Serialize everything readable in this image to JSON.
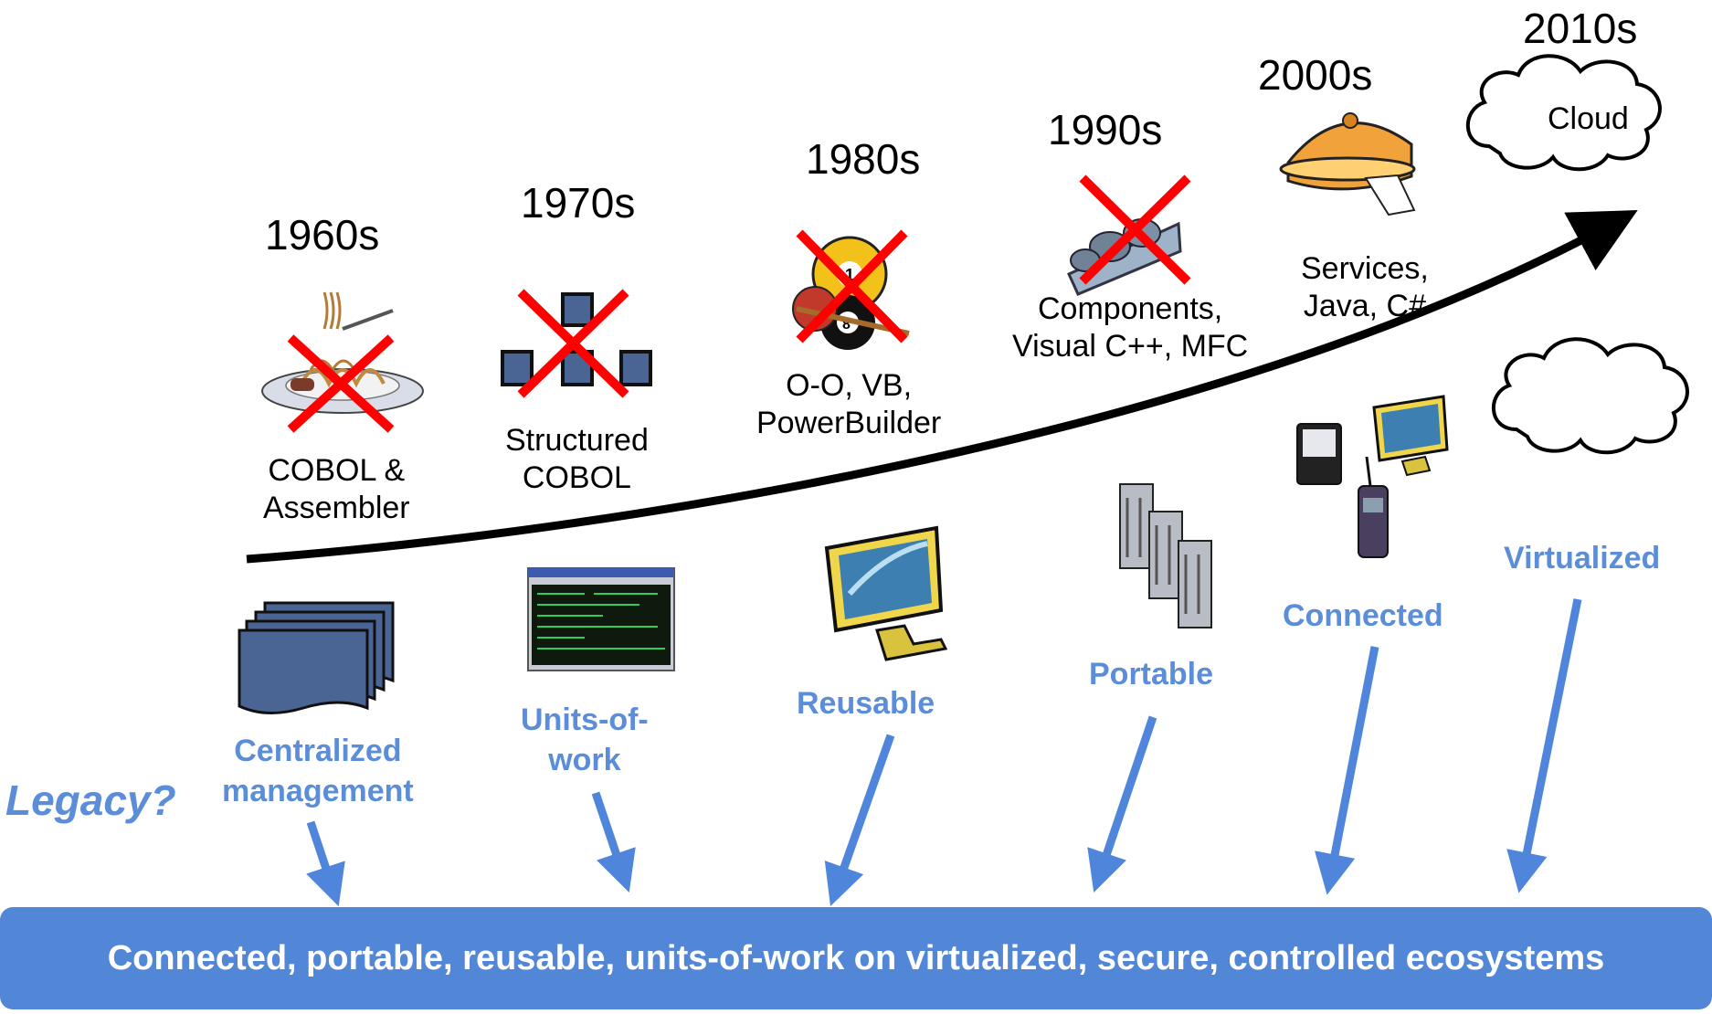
{
  "eras": [
    {
      "key": "1960s",
      "label": "1960s",
      "tech": [
        "COBOL &",
        "Assembler"
      ]
    },
    {
      "key": "1970s",
      "label": "1970s",
      "tech": [
        "Structured",
        "COBOL"
      ]
    },
    {
      "key": "1980s",
      "label": "1980s",
      "tech": [
        "O-O, VB,",
        "PowerBuilder"
      ]
    },
    {
      "key": "1990s",
      "label": "1990s",
      "tech": [
        "Components,",
        "Visual C++, MFC"
      ]
    },
    {
      "key": "2000s",
      "label": "2000s",
      "tech": [
        "Services,",
        "Java, C#"
      ]
    },
    {
      "key": "2010s",
      "label": "2010s",
      "tech": [
        "Cloud"
      ]
    }
  ],
  "attributes": [
    {
      "lines": [
        "Centralized",
        "management"
      ]
    },
    {
      "lines": [
        "Units-of-",
        "work"
      ]
    },
    {
      "lines": [
        "Reusable"
      ]
    },
    {
      "lines": [
        "Portable"
      ]
    },
    {
      "lines": [
        "Connected"
      ]
    },
    {
      "lines": [
        "Virtualized"
      ]
    }
  ],
  "legacy_label": "Legacy?",
  "banner_text": "Connected, portable, reusable, units-of-work on virtualized, secure, controlled ecosystems",
  "colors": {
    "accent_blue": "#5b8dd9",
    "banner_blue": "#5286d6",
    "cross_red": "#ff0000",
    "icon_slate": "#4a6593",
    "trend_arrow": "#000000"
  },
  "icons": [
    "spaghetti-plate-icon",
    "structure-blocks-icon",
    "billiard-balls-icon",
    "component-tray-icon",
    "service-cloche-icon",
    "cloud-icon",
    "document-stack-icon",
    "terminal-screen-icon",
    "monitor-icon",
    "server-towers-icon",
    "connected-devices-icon",
    "empty-cloud-icon"
  ]
}
